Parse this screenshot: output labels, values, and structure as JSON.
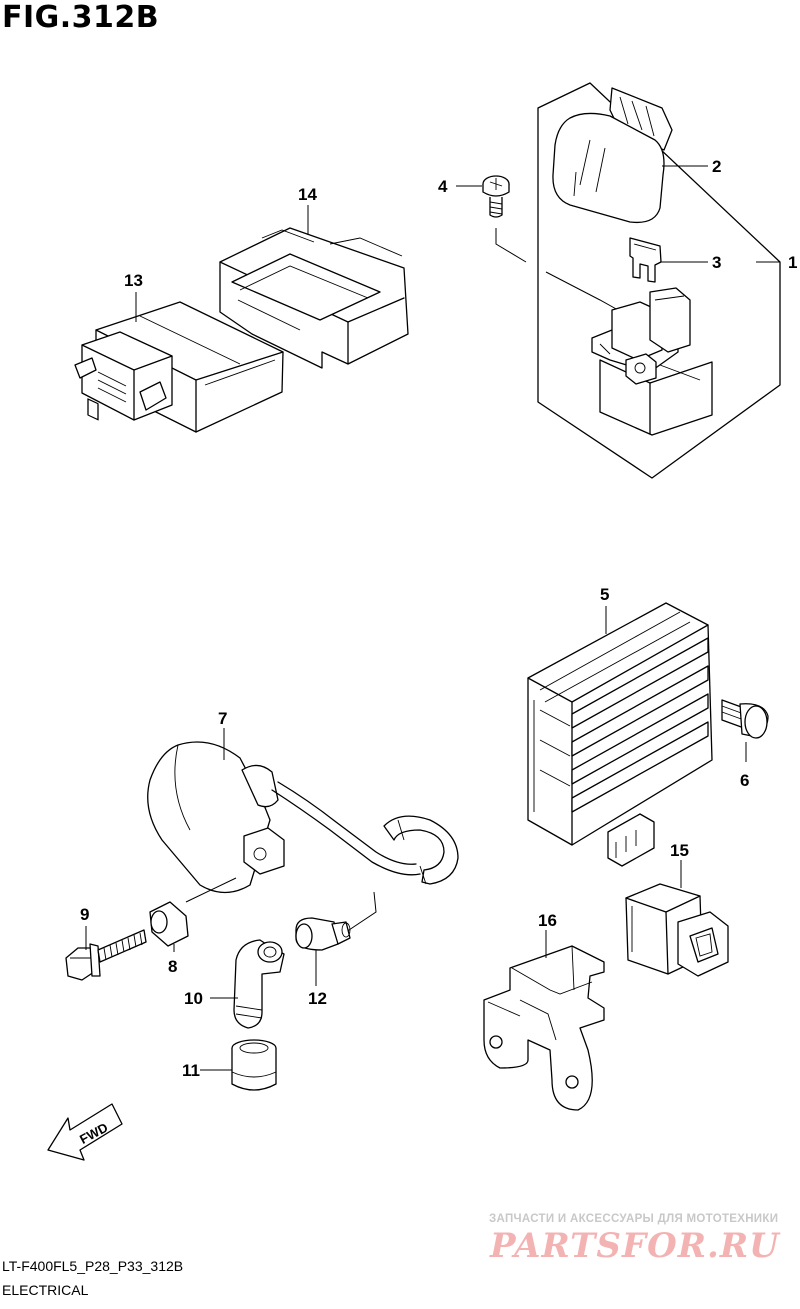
{
  "figure": {
    "title": "FIG.312B"
  },
  "parts": [
    {
      "id": "1",
      "label": "1"
    },
    {
      "id": "2",
      "label": "2"
    },
    {
      "id": "3",
      "label": "3"
    },
    {
      "id": "4",
      "label": "4"
    },
    {
      "id": "5",
      "label": "5"
    },
    {
      "id": "6",
      "label": "6"
    },
    {
      "id": "7",
      "label": "7"
    },
    {
      "id": "8",
      "label": "8"
    },
    {
      "id": "9",
      "label": "9"
    },
    {
      "id": "10",
      "label": "10"
    },
    {
      "id": "11",
      "label": "11"
    },
    {
      "id": "12",
      "label": "12"
    },
    {
      "id": "13",
      "label": "13"
    },
    {
      "id": "14",
      "label": "14"
    },
    {
      "id": "15",
      "label": "15"
    },
    {
      "id": "16",
      "label": "16"
    }
  ],
  "direction_marker": {
    "label": "FWD"
  },
  "footer": {
    "code": "LT-F400FL5_P28_P33_312B",
    "section": "ELECTRICAL"
  },
  "watermark": {
    "tagline": "ЗАПЧАСТИ И АКСЕССУАРЫ ДЛЯ МОТОТЕХНИКИ",
    "brand": "PARTSFOR.RU"
  }
}
